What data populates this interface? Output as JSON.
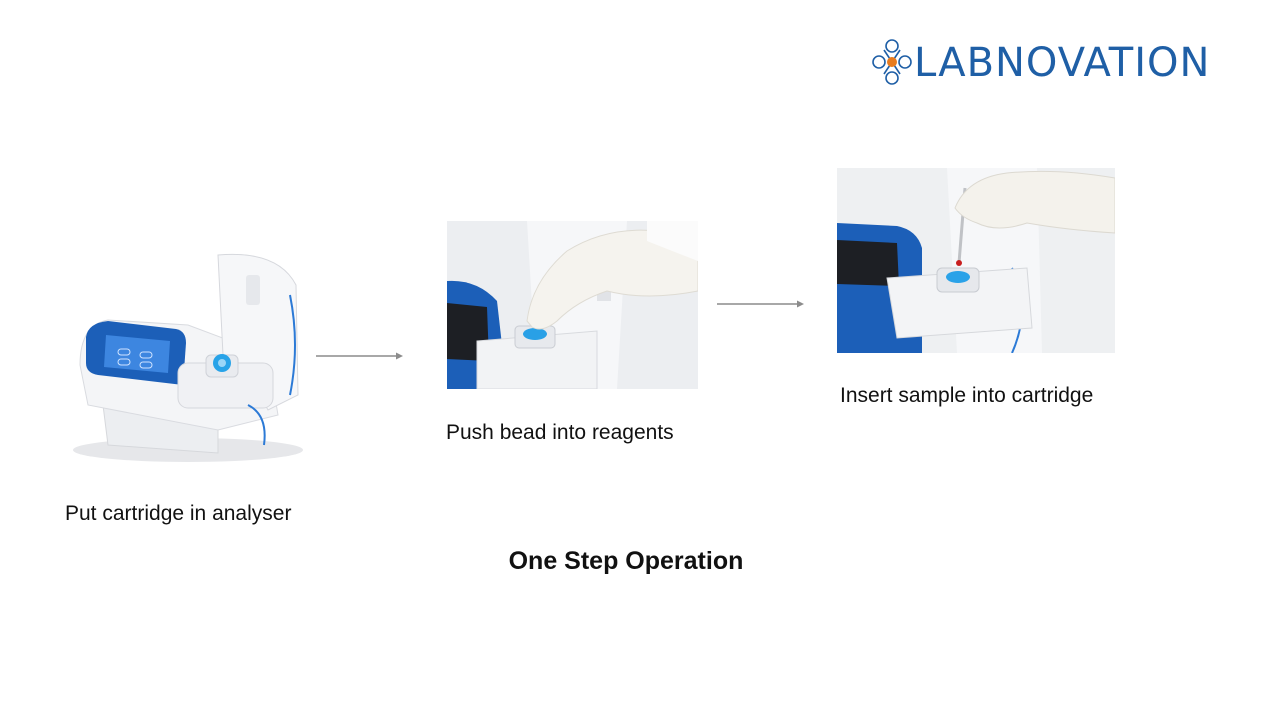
{
  "logo": {
    "text": "LABNOVATION",
    "icon": "labnovation-molecule-logo-icon",
    "color": "#1f5fa6",
    "accent": "#e87c1e"
  },
  "steps": [
    {
      "caption": "Put cartridge in analyser",
      "image": "analyser-open-lid-photo"
    },
    {
      "caption": "Push bead into reagents",
      "image": "gloved-hand-pushing-bead-photo"
    },
    {
      "caption": "Insert sample into cartridge",
      "image": "gloved-hand-inserting-sample-photo"
    }
  ],
  "arrows": [
    "arrow-right-icon",
    "arrow-right-icon"
  ],
  "title": "One Step Operation",
  "colors": {
    "device_blue": "#1c5fb8",
    "device_white": "#f3f4f6",
    "arrow": "#8c8c8c"
  }
}
